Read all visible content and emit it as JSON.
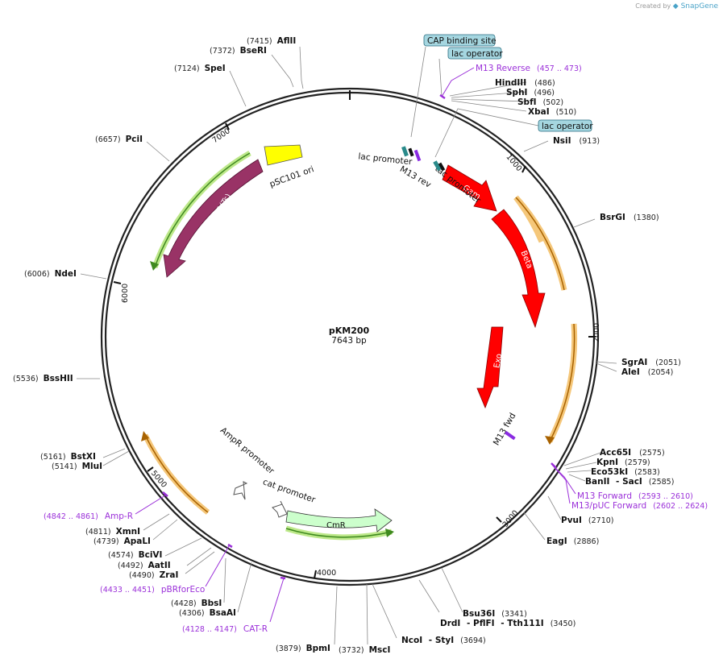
{
  "credit": {
    "prefix": "Created by",
    "brand": "SnapGene"
  },
  "plasmid": {
    "name": "pKM200",
    "length_label": "7643 bp",
    "length": 7643
  },
  "ticks": [
    "1000",
    "2000",
    "3000",
    "4000",
    "5000",
    "6000",
    "7000"
  ],
  "features": [
    {
      "name": "Gam",
      "kind": "cds",
      "color": "#ff0000",
      "label": "Gam"
    },
    {
      "name": "Beta",
      "kind": "cds",
      "color": "#ff0000",
      "label": "Beta"
    },
    {
      "name": "Exo",
      "kind": "cds",
      "color": "#ff0000",
      "label": "Exo"
    },
    {
      "name": "Rep101(Ts)",
      "kind": "cds",
      "color": "#993366",
      "label": "Rep101(Ts)"
    },
    {
      "name": "CmR",
      "kind": "cds",
      "color": "#ccffcc",
      "label": "CmR"
    },
    {
      "name": "pSC101 ori",
      "kind": "origin",
      "color": "#ffff00",
      "label": "pSC101 ori"
    }
  ],
  "promoter_labels": [
    "lac promoter",
    "tac promoter",
    "AmpR promoter",
    "cat promoter"
  ],
  "primer_site_labels": [
    "M13 rev",
    "M13 fwd"
  ],
  "boxed_labels": [
    "CAP binding site",
    "lac operator",
    "lac operator"
  ],
  "primers": [
    {
      "name": "M13 Reverse",
      "range": "(457 .. 473)"
    },
    {
      "name": "M13 Forward",
      "range": "(2593 .. 2610)"
    },
    {
      "name": "M13/pUC Forward",
      "range": "(2602 .. 2624)"
    },
    {
      "name": "Amp-R",
      "range": "(4842 .. 4861)"
    },
    {
      "name": "pBRforEco",
      "range": "(4433 .. 4451)"
    },
    {
      "name": "CAT-R",
      "range": "(4128 .. 4147)"
    }
  ],
  "sites": [
    {
      "name": "AflII",
      "pos": "(7415)"
    },
    {
      "name": "BseRI",
      "pos": "(7372)"
    },
    {
      "name": "SpeI",
      "pos": "(7124)"
    },
    {
      "name": "PciI",
      "pos": "(6657)"
    },
    {
      "name": "NdeI",
      "pos": "(6006)"
    },
    {
      "name": "BssHII",
      "pos": "(5536)"
    },
    {
      "name": "BstXI",
      "pos": "(5161)"
    },
    {
      "name": "MluI",
      "pos": "(5141)"
    },
    {
      "name": "XmnI",
      "pos": "(4811)"
    },
    {
      "name": "ApaLI",
      "pos": "(4739)"
    },
    {
      "name": "BciVI",
      "pos": "(4574)"
    },
    {
      "name": "AatII",
      "pos": "(4492)"
    },
    {
      "name": "ZraI",
      "pos": "(4490)"
    },
    {
      "name": "BbsI",
      "pos": "(4428)"
    },
    {
      "name": "BsaAI",
      "pos": "(4306)"
    },
    {
      "name": "BpmI",
      "pos": "(3879)"
    },
    {
      "name": "MscI",
      "pos": "(3732)"
    },
    {
      "name": "NcoI",
      "pos": "(3694)"
    },
    {
      "name": "StyI",
      "pos": ""
    },
    {
      "name": "Bsu36I",
      "pos": "(3341)"
    },
    {
      "name": "DrdI",
      "pos": ""
    },
    {
      "name": "PflFI",
      "pos": ""
    },
    {
      "name": "Tth111I",
      "pos": "(3450)"
    },
    {
      "name": "EagI",
      "pos": "(2886)"
    },
    {
      "name": "PvuI",
      "pos": "(2710)"
    },
    {
      "name": "Acc65I",
      "pos": "(2575)"
    },
    {
      "name": "KpnI",
      "pos": "(2579)"
    },
    {
      "name": "Eco53kI",
      "pos": "(2583)"
    },
    {
      "name": "BanII",
      "pos": ""
    },
    {
      "name": "SacI",
      "pos": "(2585)"
    },
    {
      "name": "SgrAI",
      "pos": "(2051)"
    },
    {
      "name": "AleI",
      "pos": "(2054)"
    },
    {
      "name": "BsrGI",
      "pos": "(1380)"
    },
    {
      "name": "NsiI",
      "pos": "(913)"
    },
    {
      "name": "XbaI",
      "pos": "(510)"
    },
    {
      "name": "SbfI",
      "pos": "(502)"
    },
    {
      "name": "SphI",
      "pos": "(496)"
    },
    {
      "name": "HindIII",
      "pos": "(486)"
    }
  ]
}
